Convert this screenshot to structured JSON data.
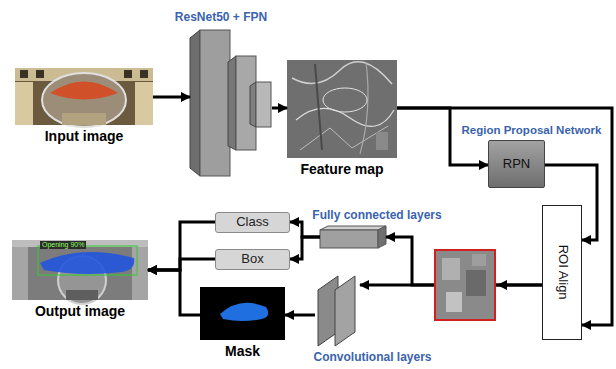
{
  "diagram": {
    "nodes": [
      {
        "text": [
          "Input image"
        ]
      },
      {
        "text": [
          "ResNet50 + FPN"
        ]
      },
      {
        "text": [
          "Feature map"
        ]
      },
      {
        "text": [
          "Region Proposal Network",
          "RPN"
        ]
      },
      {
        "text": [
          "ROI Align"
        ]
      },
      {
        "text": [
          "Fully connected layers"
        ]
      },
      {
        "text": [
          "Convolutional layers"
        ]
      },
      {
        "text": [
          "Class"
        ]
      },
      {
        "text": [
          "Box"
        ]
      },
      {
        "text": [
          "Mask"
        ]
      },
      {
        "text": [
          "Output image"
        ]
      }
    ],
    "edges": [
      {
        "from": 0,
        "to": 1,
        "arrow": "to"
      },
      {
        "from": 1,
        "to": 2,
        "arrow": "to"
      },
      {
        "from": 2,
        "to": 3,
        "arrow": "to"
      },
      {
        "from": 2,
        "to": 4,
        "arrow": "to"
      },
      {
        "from": 3,
        "to": 4,
        "arrow": "to"
      },
      {
        "from": 4,
        "to": 5,
        "arrow": "to"
      },
      {
        "from": 4,
        "to": 6,
        "arrow": "to"
      },
      {
        "from": 5,
        "to": 7,
        "arrow": "to"
      },
      {
        "from": 5,
        "to": 8,
        "arrow": "to"
      },
      {
        "from": 7,
        "to": 10,
        "arrow": "to"
      },
      {
        "from": 8,
        "to": 10,
        "arrow": "to"
      },
      {
        "from": 6,
        "to": 9,
        "arrow": "to"
      },
      {
        "from": 9,
        "to": 10,
        "arrow": "to"
      }
    ],
    "labels": [
      "Opening 90%"
    ]
  }
}
